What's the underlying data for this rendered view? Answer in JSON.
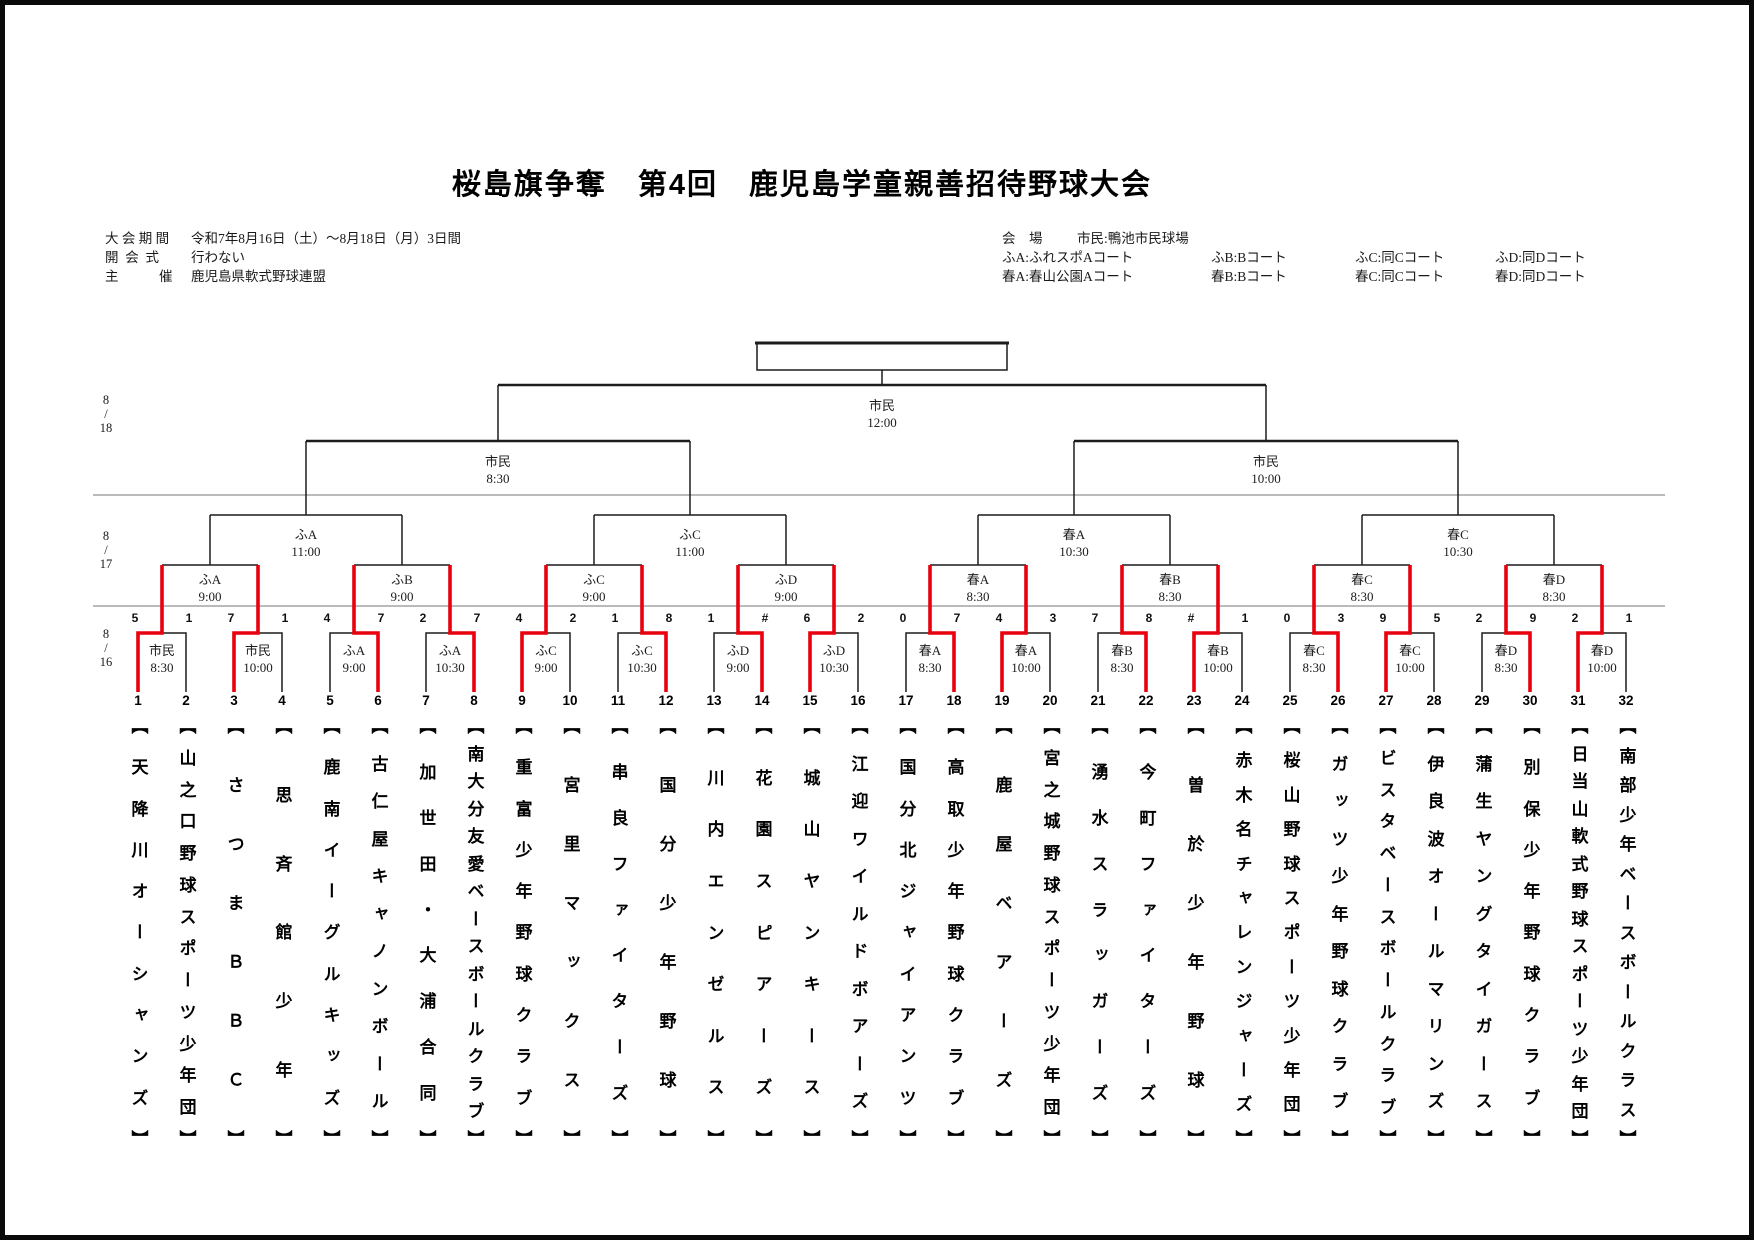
{
  "page": {
    "title": "桜島旗争奪　第4回　鹿児島学童親善招待野球大会"
  },
  "info_left": [
    {
      "label": "大 会 期 間",
      "value": "令和7年8月16日（土）～8月18日（月）3日間"
    },
    {
      "label": "開  会  式",
      "value": "行わない"
    },
    {
      "label": "主　　　催",
      "value": "鹿児島県軟式野球連盟"
    }
  ],
  "info_right": {
    "venue_label": "会　場",
    "venue_value": "市民:鴨池市民球場",
    "court_rows": [
      [
        "ふA:ふれスポAコート",
        "ふB:Bコート",
        "ふC:同Cコート",
        "ふD:同Dコート"
      ],
      [
        "春A:春山公園Aコート",
        "春B:Bコート",
        "春C:同Cコート",
        "春D:同Dコート"
      ]
    ]
  },
  "date_labels": [
    "8/18",
    "8/17",
    "8/16"
  ],
  "bracket": {
    "final": {
      "venue": "市民",
      "time": "12:00"
    },
    "semifinals": [
      {
        "venue": "市民",
        "time": "8:30"
      },
      {
        "venue": "市民",
        "time": "10:00"
      }
    ],
    "quarterfinals": [
      {
        "venue": "ふA",
        "time": "11:00"
      },
      {
        "venue": "ふC",
        "time": "11:00"
      },
      {
        "venue": "春A",
        "time": "10:30"
      },
      {
        "venue": "春C",
        "time": "10:30"
      }
    ],
    "round2": [
      {
        "venue": "ふA",
        "time": "9:00"
      },
      {
        "venue": "ふB",
        "time": "9:00"
      },
      {
        "venue": "ふC",
        "time": "9:00"
      },
      {
        "venue": "ふD",
        "time": "9:00"
      },
      {
        "venue": "春A",
        "time": "8:30"
      },
      {
        "venue": "春B",
        "time": "8:30"
      },
      {
        "venue": "春C",
        "time": "8:30"
      },
      {
        "venue": "春D",
        "time": "8:30"
      }
    ],
    "round1": [
      {
        "venue": "市民",
        "time": "8:30",
        "scores": [
          "5",
          "1"
        ],
        "winner": "L"
      },
      {
        "venue": "市民",
        "time": "10:00",
        "scores": [
          "7",
          "1"
        ],
        "winner": "L"
      },
      {
        "venue": "ふA",
        "time": "9:00",
        "scores": [
          "4",
          "7"
        ],
        "winner": "R"
      },
      {
        "venue": "ふA",
        "time": "10:30",
        "scores": [
          "2",
          "7"
        ],
        "winner": "R"
      },
      {
        "venue": "ふC",
        "time": "9:00",
        "scores": [
          "4",
          "2"
        ],
        "winner": "L"
      },
      {
        "venue": "ふC",
        "time": "10:30",
        "scores": [
          "1",
          "8"
        ],
        "winner": "R"
      },
      {
        "venue": "ふD",
        "time": "9:00",
        "scores": [
          "1",
          "#"
        ],
        "winner": "R"
      },
      {
        "venue": "ふD",
        "time": "10:30",
        "scores": [
          "6",
          "2"
        ],
        "winner": "L"
      },
      {
        "venue": "春A",
        "time": "8:30",
        "scores": [
          "0",
          "7"
        ],
        "winner": "R"
      },
      {
        "venue": "春A",
        "time": "10:00",
        "scores": [
          "4",
          "3"
        ],
        "winner": "L"
      },
      {
        "venue": "春B",
        "time": "8:30",
        "scores": [
          "7",
          "8"
        ],
        "winner": "R"
      },
      {
        "venue": "春B",
        "time": "10:00",
        "scores": [
          "#",
          "1"
        ],
        "winner": "L"
      },
      {
        "venue": "春C",
        "time": "8:30",
        "scores": [
          "0",
          "3"
        ],
        "winner": "R"
      },
      {
        "venue": "春C",
        "time": "10:00",
        "scores": [
          "9",
          "5"
        ],
        "winner": "L"
      },
      {
        "venue": "春D",
        "time": "8:30",
        "scores": [
          "2",
          "9"
        ],
        "winner": "R"
      },
      {
        "venue": "春D",
        "time": "10:00",
        "scores": [
          "2",
          "1"
        ],
        "winner": "L"
      }
    ],
    "teams": [
      {
        "no": "1",
        "name": "天降川オーシャンズ"
      },
      {
        "no": "2",
        "name": "山之口野球スポーツ少年団"
      },
      {
        "no": "3",
        "name": "さつまＢＢＣ"
      },
      {
        "no": "4",
        "name": "思斉館少年"
      },
      {
        "no": "5",
        "name": "鹿南イーグルキッズ"
      },
      {
        "no": "6",
        "name": "古仁屋キャノンボール"
      },
      {
        "no": "7",
        "name": "加世田・大浦合同"
      },
      {
        "no": "8",
        "name": "南大分友愛ベースボールクラブ"
      },
      {
        "no": "9",
        "name": "重富少年野球クラブ"
      },
      {
        "no": "10",
        "name": "宮里マックス"
      },
      {
        "no": "11",
        "name": "串良ファイターズ"
      },
      {
        "no": "12",
        "name": "国分少年野球"
      },
      {
        "no": "13",
        "name": "川内エンゼルス"
      },
      {
        "no": "14",
        "name": "花園スピアーズ"
      },
      {
        "no": "15",
        "name": "城山ヤンキース"
      },
      {
        "no": "16",
        "name": "江迎ワイルドボアーズ"
      },
      {
        "no": "17",
        "name": "国分北ジャイアンツ"
      },
      {
        "no": "18",
        "name": "高取少年野球クラブ"
      },
      {
        "no": "19",
        "name": "鹿屋ベアーズ"
      },
      {
        "no": "20",
        "name": "宮之城野球スポーツ少年団"
      },
      {
        "no": "21",
        "name": "湧水スラッガーズ"
      },
      {
        "no": "22",
        "name": "今町ファイターズ"
      },
      {
        "no": "23",
        "name": "曽於少年野球"
      },
      {
        "no": "24",
        "name": "赤木名チャレンジャーズ"
      },
      {
        "no": "25",
        "name": "桜山野球スポーツ少年団"
      },
      {
        "no": "26",
        "name": "ガッツ少年野球クラブ"
      },
      {
        "no": "27",
        "name": "ビスタベースボールクラブ"
      },
      {
        "no": "28",
        "name": "伊良波オールマリンズ"
      },
      {
        "no": "29",
        "name": "蒲生ヤングタイガース"
      },
      {
        "no": "30",
        "name": "別保少年野球クラブ"
      },
      {
        "no": "31",
        "name": "日当山軟式野球スポーツ少年団"
      },
      {
        "no": "32",
        "name": "南部少年ベースボールクラス"
      }
    ]
  },
  "colors": {
    "winner_path": "#e8000d",
    "line": "#1c1c1c",
    "separator": "#a3a3a3"
  }
}
